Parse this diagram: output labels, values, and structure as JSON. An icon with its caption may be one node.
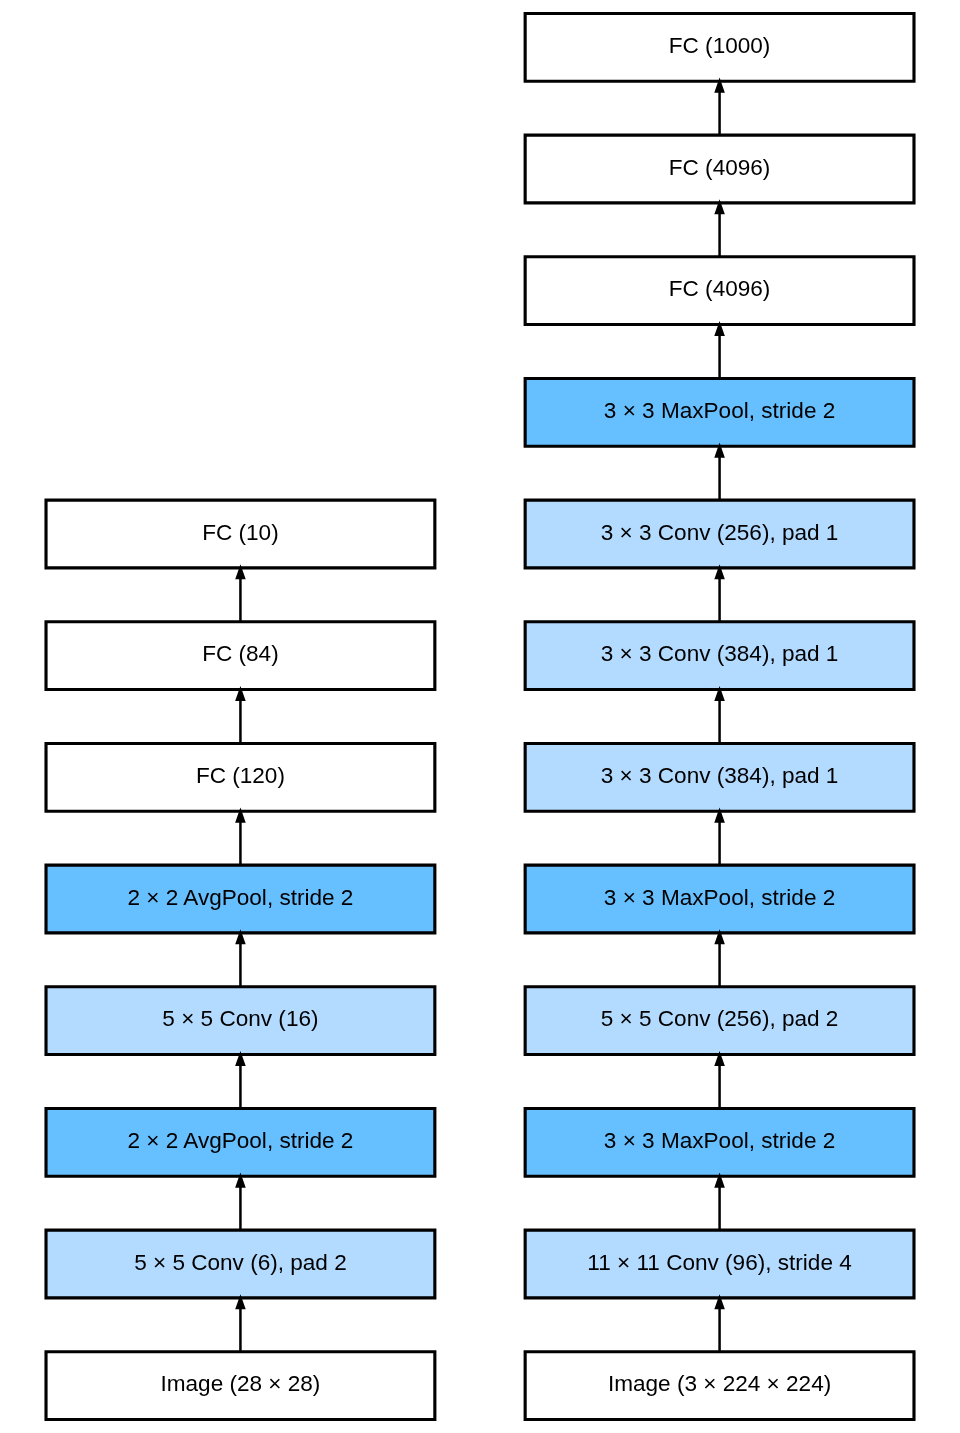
{
  "diagram": {
    "nodes": [
      {
        "text": [
          "FC (10)"
        ]
      },
      {
        "text": [
          "FC (84)"
        ]
      },
      {
        "text": [
          "FC (120)"
        ]
      },
      {
        "text": [
          "2 × 2 AvgPool, stride 2"
        ]
      },
      {
        "text": [
          "5 × 5 Conv (16)"
        ]
      },
      {
        "text": [
          "2 × 2 AvgPool, stride 2"
        ]
      },
      {
        "text": [
          "5 × 5 Conv (6), pad 2"
        ]
      },
      {
        "text": [
          "Image (28 × 28)"
        ]
      },
      {
        "text": [
          "FC (1000)"
        ]
      },
      {
        "text": [
          "FC (4096)"
        ]
      },
      {
        "text": [
          "FC (4096)"
        ]
      },
      {
        "text": [
          "3 × 3 MaxPool, stride 2"
        ]
      },
      {
        "text": [
          "3 × 3 Conv (256), pad 1"
        ]
      },
      {
        "text": [
          "3 × 3 Conv (384), pad 1"
        ]
      },
      {
        "text": [
          "3 × 3 Conv (384), pad 1"
        ]
      },
      {
        "text": [
          "3 × 3 MaxPool, stride 2"
        ]
      },
      {
        "text": [
          "5 × 5 Conv (256), pad 2"
        ]
      },
      {
        "text": [
          "3 × 3 MaxPool, stride 2"
        ]
      },
      {
        "text": [
          "11 × 11 Conv (96), stride 4"
        ]
      },
      {
        "text": [
          "Image (3 × 224 × 224)"
        ]
      }
    ],
    "edges": [
      {
        "from": 7,
        "to": 6,
        "arrow": "to"
      },
      {
        "from": 6,
        "to": 5,
        "arrow": "to"
      },
      {
        "from": 5,
        "to": 4,
        "arrow": "to"
      },
      {
        "from": 4,
        "to": 3,
        "arrow": "to"
      },
      {
        "from": 3,
        "to": 2,
        "arrow": "to"
      },
      {
        "from": 2,
        "to": 1,
        "arrow": "to"
      },
      {
        "from": 1,
        "to": 0,
        "arrow": "to"
      },
      {
        "from": 19,
        "to": 18,
        "arrow": "to"
      },
      {
        "from": 18,
        "to": 17,
        "arrow": "to"
      },
      {
        "from": 17,
        "to": 16,
        "arrow": "to"
      },
      {
        "from": 16,
        "to": 15,
        "arrow": "to"
      },
      {
        "from": 15,
        "to": 14,
        "arrow": "to"
      },
      {
        "from": 14,
        "to": 13,
        "arrow": "to"
      },
      {
        "from": 13,
        "to": 12,
        "arrow": "to"
      },
      {
        "from": 12,
        "to": 11,
        "arrow": "to"
      },
      {
        "from": 11,
        "to": 10,
        "arrow": "to"
      },
      {
        "from": 10,
        "to": 9,
        "arrow": "to"
      },
      {
        "from": 9,
        "to": 8,
        "arrow": "to"
      }
    ]
  }
}
